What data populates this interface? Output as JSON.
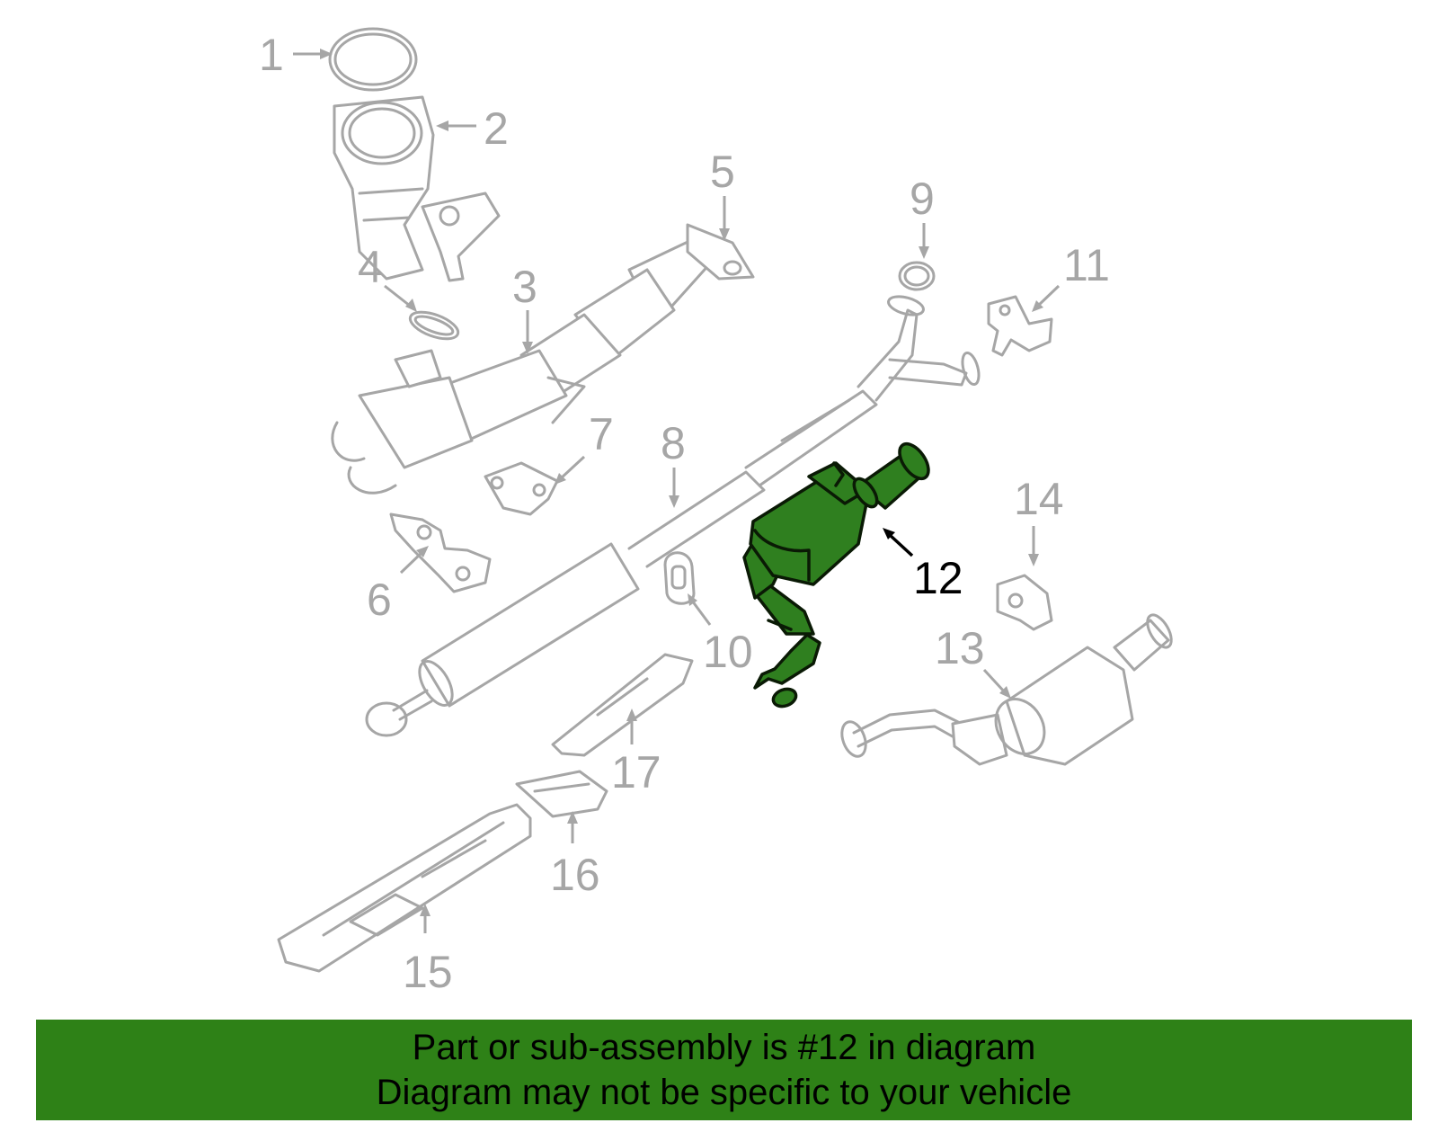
{
  "diagram": {
    "callouts": [
      {
        "id": "1",
        "label": "1"
      },
      {
        "id": "2",
        "label": "2"
      },
      {
        "id": "3",
        "label": "3"
      },
      {
        "id": "4",
        "label": "4"
      },
      {
        "id": "5",
        "label": "5"
      },
      {
        "id": "6",
        "label": "6"
      },
      {
        "id": "7",
        "label": "7"
      },
      {
        "id": "8",
        "label": "8"
      },
      {
        "id": "9",
        "label": "9"
      },
      {
        "id": "10",
        "label": "10"
      },
      {
        "id": "11",
        "label": "11"
      },
      {
        "id": "12",
        "label": "12"
      },
      {
        "id": "13",
        "label": "13"
      },
      {
        "id": "14",
        "label": "14"
      },
      {
        "id": "15",
        "label": "15"
      },
      {
        "id": "16",
        "label": "16"
      },
      {
        "id": "17",
        "label": "17"
      }
    ],
    "highlighted_part": "12",
    "highlight_color": "#2f7f1f"
  },
  "banner": {
    "line1": "Part or sub-assembly is #12 in diagram",
    "line2": "Diagram may not be specific to your vehicle",
    "background_color": "#2e8117"
  }
}
